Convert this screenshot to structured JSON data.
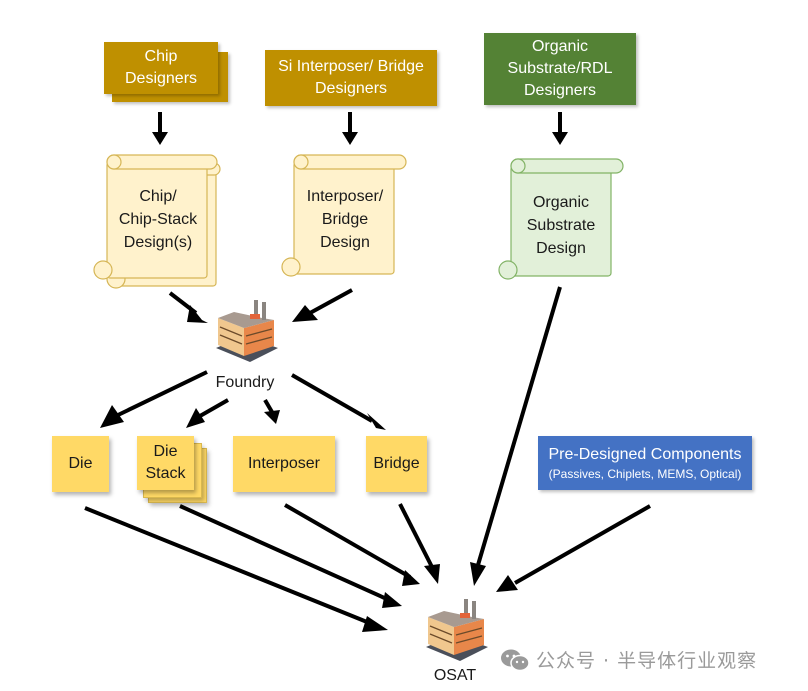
{
  "colors": {
    "designer_gold": "#bf9000",
    "designer_green": "#548235",
    "scroll_yellow": "#fff2cc",
    "scroll_green": "#e2f0d9",
    "part_yellow": "#ffd966",
    "predesigned_blue": "#4472c4",
    "arrow": "#000000"
  },
  "designers": [
    {
      "id": "chip",
      "lines": [
        "Chip",
        "Designers"
      ],
      "stacked": true
    },
    {
      "id": "interposer",
      "lines": [
        "Si Interposer/ Bridge",
        "Designers"
      ],
      "stacked": false
    },
    {
      "id": "organic",
      "lines": [
        "Organic",
        "Substrate/RDL",
        "Designers"
      ],
      "stacked": false
    }
  ],
  "designs": [
    {
      "id": "chip",
      "lines": [
        "Chip/",
        "Chip-Stack",
        "Design(s)"
      ],
      "stacked": true
    },
    {
      "id": "interposer",
      "lines": [
        "Interposer/",
        "Bridge",
        "Design"
      ],
      "stacked": false
    },
    {
      "id": "organic",
      "lines": [
        "Organic",
        "Substrate",
        "Design"
      ],
      "stacked": false
    }
  ],
  "facilities": {
    "foundry": {
      "label": "Foundry",
      "icon": "factory-icon"
    },
    "osat": {
      "label": "OSAT",
      "icon": "factory-icon"
    }
  },
  "parts": [
    {
      "id": "die",
      "lines": [
        "Die"
      ],
      "stacked": false
    },
    {
      "id": "die-stack",
      "lines": [
        "Die",
        "Stack"
      ],
      "stacked": true
    },
    {
      "id": "interposer",
      "lines": [
        "Interposer"
      ],
      "stacked": false
    },
    {
      "id": "bridge",
      "lines": [
        "Bridge"
      ],
      "stacked": false
    }
  ],
  "predesigned": {
    "title": "Pre-Designed Components",
    "subtitle": "(Passives, Chiplets, MEMS, Optical)"
  },
  "watermark": {
    "icon": "wechat-icon",
    "text": "公众号 · 半导体行业观察"
  }
}
